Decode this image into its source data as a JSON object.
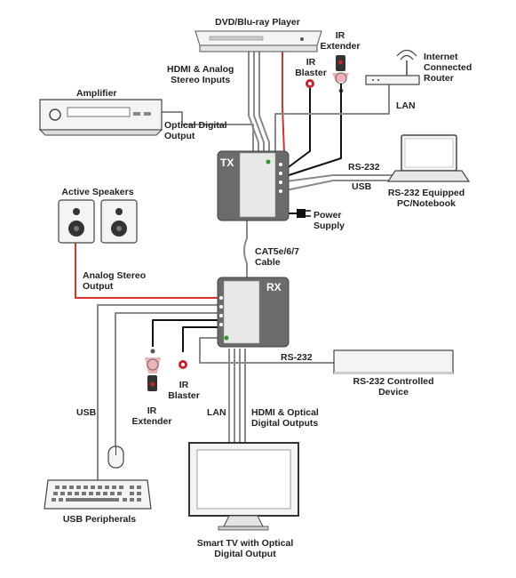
{
  "labels": {
    "dvd_player": "DVD/Blu-ray Player",
    "hdmi_analog_inputs_1": "HDMI & Analog",
    "hdmi_analog_inputs_2": "Stereo Inputs",
    "ir_extender_top_1": "IR",
    "ir_extender_top_2": "Extender",
    "ir_blaster_top_1": "IR",
    "ir_blaster_top_2": "Blaster",
    "router_1": "Internet",
    "router_2": "Connected",
    "router_3": "Router",
    "amplifier": "Amplifier",
    "lan_top": "LAN",
    "optical_output_1": "Optical Digital",
    "optical_output_2": "Output",
    "tx": "TX",
    "rs232_top": "RS-232",
    "usb_top": "USB",
    "pc_1": "RS-232 Equipped",
    "pc_2": "PC/Notebook",
    "active_speakers": "Active Speakers",
    "power_supply_1": "Power",
    "power_supply_2": "Supply",
    "cable_1": "CAT5e/6/7",
    "cable_2": "Cable",
    "analog_output_1": "Analog Stereo",
    "analog_output_2": "Output",
    "rx": "RX",
    "rs232_bottom": "RS-232",
    "rs232_device_1": "RS-232 Controlled",
    "rs232_device_2": "Device",
    "ir_blaster_bottom_1": "IR",
    "ir_blaster_bottom_2": "Blaster",
    "usb_bottom": "USB",
    "ir_extender_bottom_1": "IR",
    "ir_extender_bottom_2": "Extender",
    "lan_bottom": "LAN",
    "hdmi_optical_outputs_1": "HDMI & Optical",
    "hdmi_optical_outputs_2": "Digital Outputs",
    "usb_peripherals": "USB Peripherals",
    "tv_1": "Smart TV with Optical",
    "tv_2": "Digital Output"
  },
  "colors": {
    "cable": "#8a8a8a",
    "analog_cable": "#d9322e",
    "device_fill": "#f4f4f4",
    "extender_fill": "#6b6b6b",
    "ir_red": "#c8232c"
  }
}
